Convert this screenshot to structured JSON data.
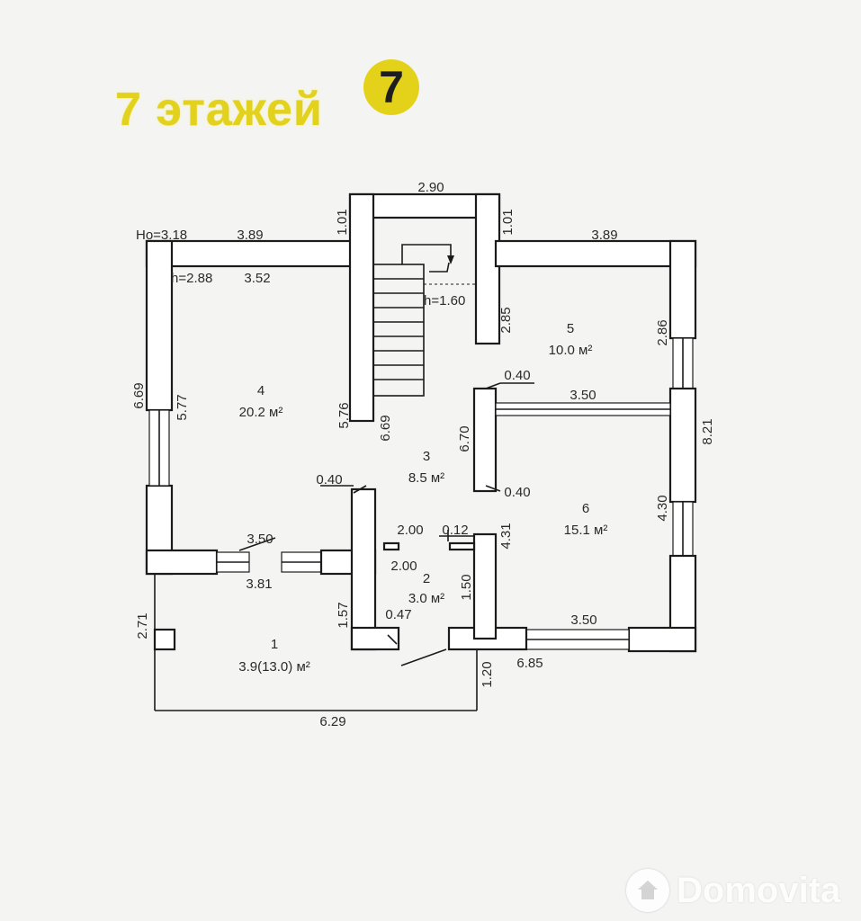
{
  "header": {
    "title": "7 этажей",
    "badge": "7"
  },
  "watermark": {
    "brand": "Domovita"
  },
  "rooms": [
    {
      "number": "1",
      "area": "3.9(13.0) м²"
    },
    {
      "number": "2",
      "area": "3.0 м²"
    },
    {
      "number": "3",
      "area": "8.5 м²"
    },
    {
      "number": "4",
      "area": "20.2 м²"
    },
    {
      "number": "5",
      "area": "10.0 м²"
    },
    {
      "number": "6",
      "area": "15.1 м²"
    }
  ],
  "heights": {
    "outer": "Ho=3.18",
    "inner": "h=2.88",
    "stair": "h=1.60"
  },
  "dimensions": {
    "top_center": "2.90",
    "top_left": "3.89",
    "top_right": "3.89",
    "bay_left": "1.01",
    "bay_right": "1.01",
    "room4_top": "3.52",
    "room4_left": "5.77",
    "room4_right": "5.76",
    "left_outer": "6.69",
    "stair_height": "6.69",
    "room3_width": "6.70",
    "room5_left": "2.85",
    "room5_right": "2.86",
    "partition_top": "0.40",
    "room6_top": "3.50",
    "right_outer": "8.21",
    "partition_bottom": "0.40",
    "wall_left_stub": "0.40",
    "room6_right": "4.30",
    "room6_left": "4.31",
    "door_2_00a": "2.00",
    "door_2_00b": "2.00",
    "door_012": "0.12",
    "room4_bottom": "3.50",
    "terrace_top": "3.81",
    "hall_left": "1.57",
    "hall_right": "1.50",
    "hall_door": "0.47",
    "room6_bottom": "3.50",
    "outer_bottom": "6.85",
    "terrace_left": "2.71",
    "terrace_right": "1.20",
    "terrace_bottom": "6.29"
  }
}
